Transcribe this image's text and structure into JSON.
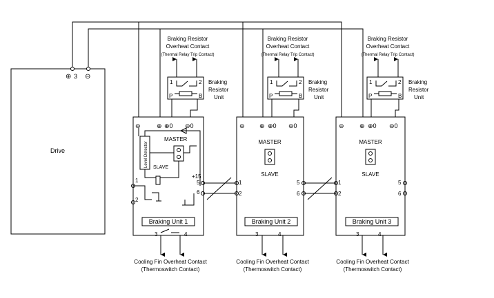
{
  "drive": {
    "label": "Drive",
    "term_plus": "⊕",
    "term_plus_num": "3",
    "term_minus": "⊖"
  },
  "resistors": [
    {
      "title1": "Braking Resistor",
      "title2": "Overheat Contact",
      "title3": "(Thermal Relay Trip Contact)",
      "side1": "Braking",
      "side2": "Resistor",
      "side3": "Unit",
      "t1": "1",
      "t2": "2",
      "tp": "P",
      "tb": "B"
    },
    {
      "title1": "Braking Resistor",
      "title2": "Overheat Contact",
      "title3": "(Thermal Relay Trip Contact)",
      "side1": "Braking",
      "side2": "Resistor",
      "side3": "Unit",
      "t1": "1",
      "t2": "2",
      "tp": "P",
      "tb": "B"
    },
    {
      "title1": "Braking Resistor",
      "title2": "Overheat Contact",
      "title3": "(Thermal Relay Trip Contact)",
      "side1": "Braking",
      "side2": "Resistor",
      "side3": "Unit",
      "t1": "1",
      "t2": "2",
      "tp": "P",
      "tb": "B"
    }
  ],
  "units": [
    {
      "label": "Braking Unit 1",
      "master": "MASTER",
      "slave": "SLAVE",
      "level_detector": "Level Detector",
      "plus15": "+15",
      "t_minus": "⊖",
      "t_plus": "⊕",
      "t_plus0": "⊕0",
      "t_minus0": "⊖0",
      "t1": "1",
      "t2": "2",
      "t3": "3",
      "t4": "4",
      "t5": "5",
      "t6": "6"
    },
    {
      "label": "Braking Unit 2",
      "master": "MASTER",
      "slave": "SLAVE",
      "t_minus": "⊖",
      "t_plus": "⊕",
      "t_plus0": "⊕0",
      "t_minus0": "⊖0",
      "t1": "1",
      "t2": "2",
      "t3": "3",
      "t4": "4",
      "t5": "5",
      "t6": "6"
    },
    {
      "label": "Braking Unit 3",
      "master": "MASTER",
      "slave": "SLAVE",
      "t_minus": "⊖",
      "t_plus": "⊕",
      "t_plus0": "⊕0",
      "t_minus0": "⊖0",
      "t1": "1",
      "t2": "2",
      "t3": "3",
      "t4": "4",
      "t5": "5",
      "t6": "6"
    }
  ],
  "cooling": [
    {
      "line1": "Cooling Fin Overheat Contact",
      "line2": "(Thermoswitch Contact)"
    },
    {
      "line1": "Cooling Fin Overheat Contact",
      "line2": "(Thermoswitch Contact)"
    },
    {
      "line1": "Cooling Fin Overheat Contact",
      "line2": "(Thermoswitch Contact)"
    }
  ]
}
